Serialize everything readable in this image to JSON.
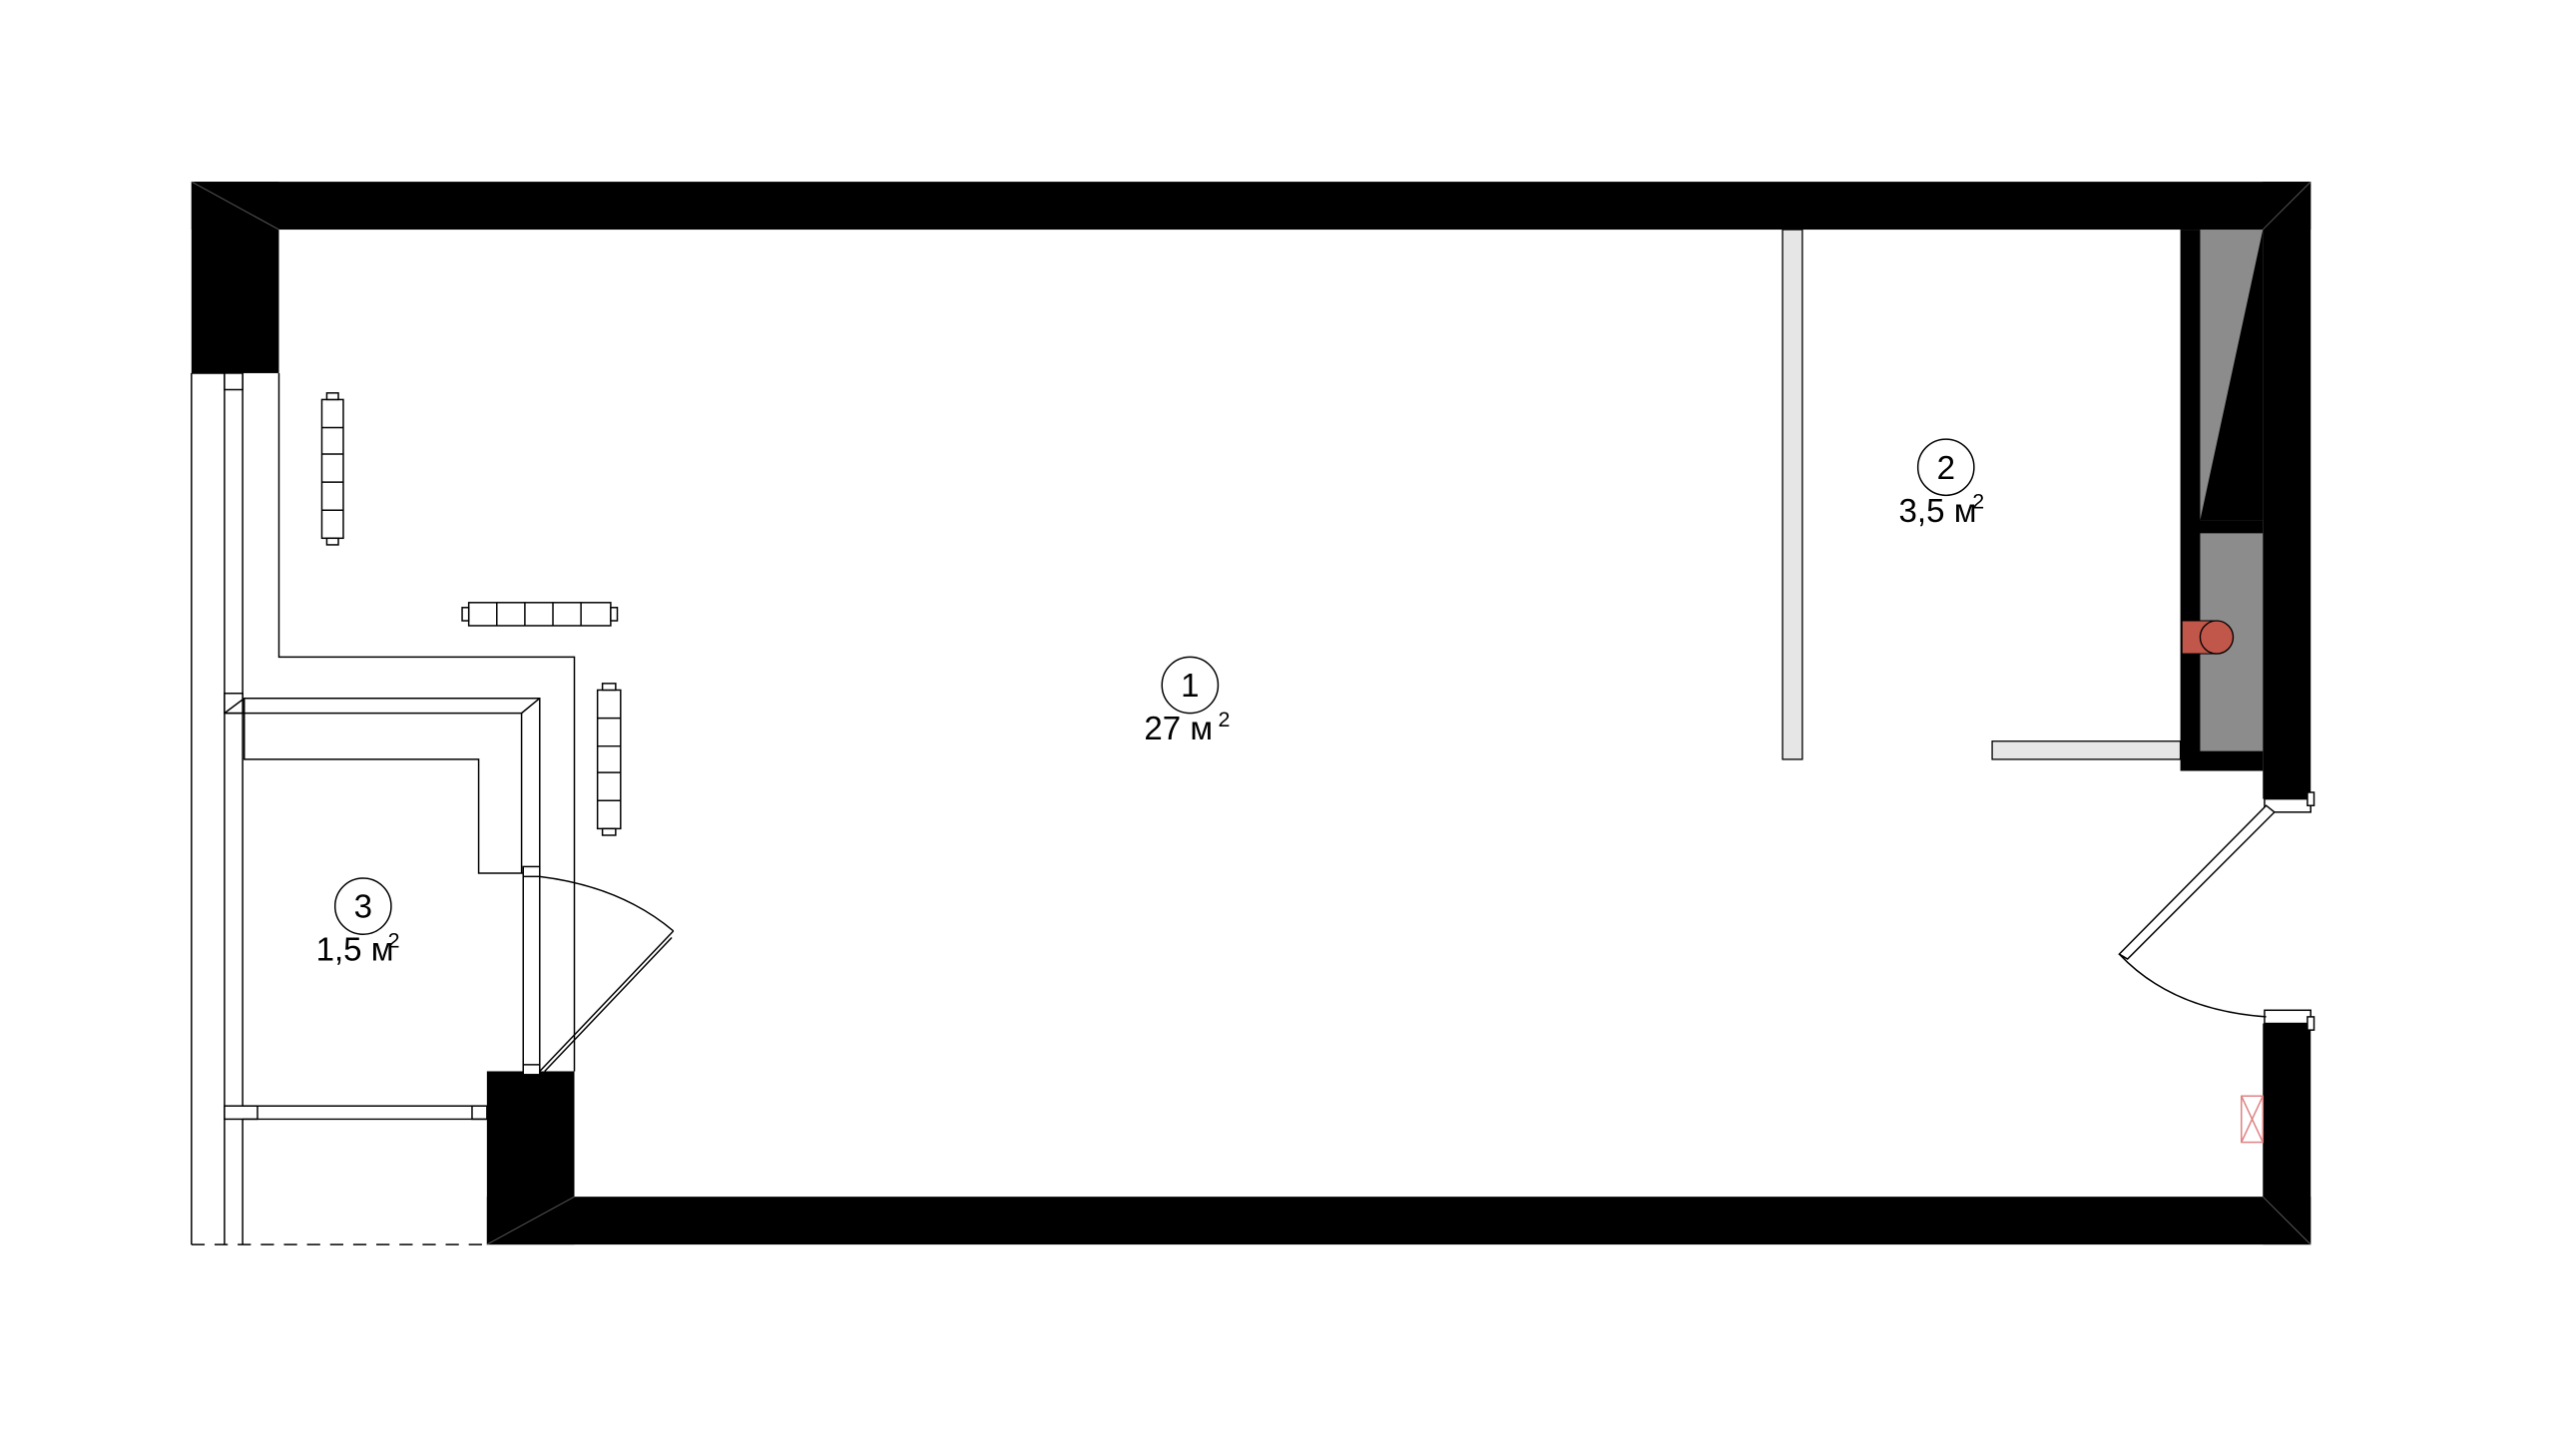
{
  "rooms": [
    {
      "number": "1",
      "area": "27 м",
      "sup": "2"
    },
    {
      "number": "2",
      "area": "3,5 м",
      "sup": "2"
    },
    {
      "number": "3",
      "area": "1,5 м",
      "sup": "2"
    }
  ],
  "colors": {
    "wall": "#000000",
    "partition": "#e6e6e6",
    "closet": "#8c8c8c",
    "riser": "#c0574a",
    "panel": "#e08080"
  },
  "icons": [
    "radiator-icon",
    "door-swing-icon",
    "riser-pipe-icon",
    "electrical-panel-icon"
  ]
}
